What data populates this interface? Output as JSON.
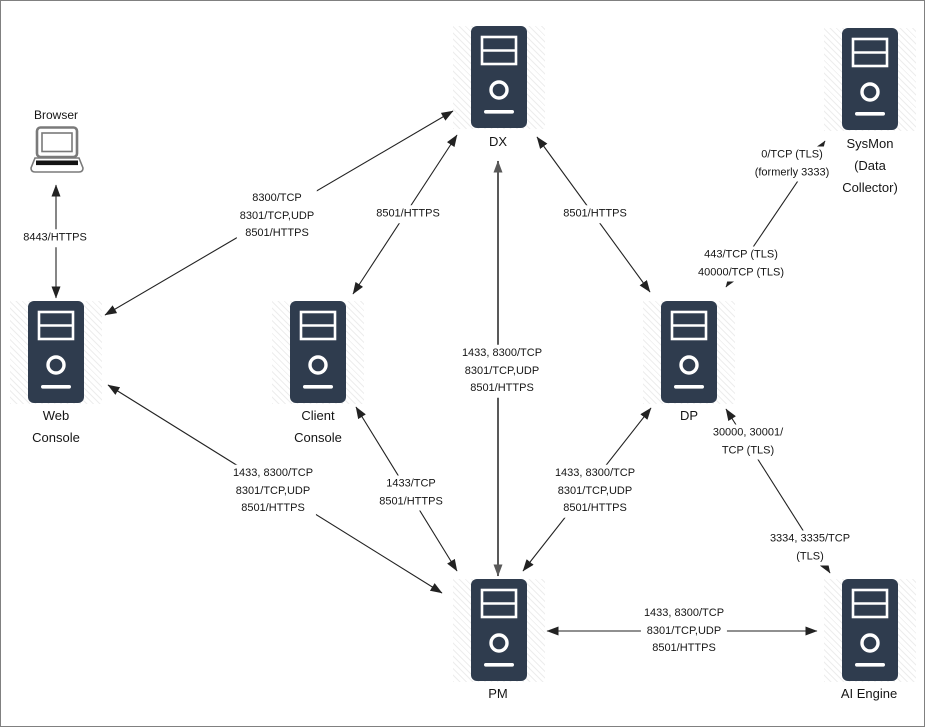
{
  "colors": {
    "server_fill": "#2f3c4e",
    "line": "#222222",
    "gray_line": "#595959"
  },
  "nodes": {
    "browser": {
      "label": "Browser"
    },
    "web_console": {
      "lines": [
        "Web",
        "Console"
      ]
    },
    "client_console": {
      "lines": [
        "Client",
        "Console"
      ]
    },
    "dx": {
      "label": "DX"
    },
    "dp": {
      "label": "DP"
    },
    "pm": {
      "label": "PM"
    },
    "sysmon": {
      "lines": [
        "SysMon",
        "(Data",
        "Collector)"
      ]
    },
    "ai_engine": {
      "label": "AI Engine"
    }
  },
  "edges": {
    "browser_webconsole": {
      "lines": [
        "8443/HTTPS"
      ]
    },
    "webconsole_dx": {
      "lines": [
        "8300/TCP",
        "8301/TCP,UDP",
        "8501/HTTPS"
      ]
    },
    "clientconsole_dx": {
      "lines": [
        "8501/HTTPS"
      ]
    },
    "dp_dx": {
      "lines": [
        "8501/HTTPS"
      ]
    },
    "pm_dx": {
      "lines": [
        "1433, 8300/TCP",
        "8301/TCP,UDP",
        "8501/HTTPS"
      ]
    },
    "dp_sysmon_upper": {
      "lines": [
        "0/TCP (TLS)",
        "(formerly 3333)"
      ]
    },
    "dp_sysmon_lower": {
      "lines": [
        "443/TCP (TLS)",
        "40000/TCP (TLS)"
      ]
    },
    "webconsole_pm": {
      "lines": [
        "1433, 8300/TCP",
        "8301/TCP,UDP",
        "8501/HTTPS"
      ]
    },
    "clientconsole_pm": {
      "lines": [
        "1433/TCP",
        "8501/HTTPS"
      ]
    },
    "dp_pm": {
      "lines": [
        "1433, 8300/TCP",
        "8301/TCP,UDP",
        "8501/HTTPS"
      ]
    },
    "dp_aiengine_upper": {
      "lines": [
        "30000, 30001/",
        "TCP (TLS)"
      ]
    },
    "dp_aiengine_lower": {
      "lines": [
        "3334, 3335/TCP",
        "(TLS)"
      ]
    },
    "pm_aiengine": {
      "lines": [
        "1433, 8300/TCP",
        "8301/TCP,UDP",
        "8501/HTTPS"
      ]
    }
  }
}
